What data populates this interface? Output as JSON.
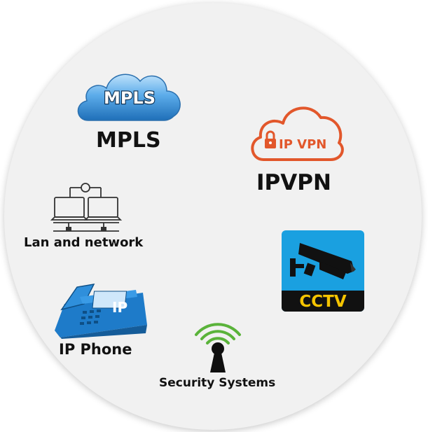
{
  "items": {
    "mpls": {
      "badge": "MPLS",
      "label": "MPLS"
    },
    "ipvpn": {
      "badge": "IP VPN",
      "label": "IPVPN"
    },
    "lan": {
      "label": "Lan and network"
    },
    "cctv": {
      "badge": "CCTV"
    },
    "ipphone": {
      "badge": "IP",
      "label": "IP Phone"
    },
    "security": {
      "label": "Security Systems"
    }
  },
  "icons": {
    "mpls": "cloud-icon",
    "ipvpn": "cloud-lock-icon",
    "lan": "network-computers-icon",
    "cctv": "security-camera-icon",
    "ipphone": "desk-phone-icon",
    "security": "signal-tower-icon"
  },
  "colors": {
    "mpls_cloud": "#3d93d6",
    "ipvpn_accent": "#e2572b",
    "cctv_bg": "#1aa0e0",
    "cctv_badge_text": "#f5c400",
    "phone_blue": "#1e7bc9",
    "signal_green": "#5ab33a"
  }
}
